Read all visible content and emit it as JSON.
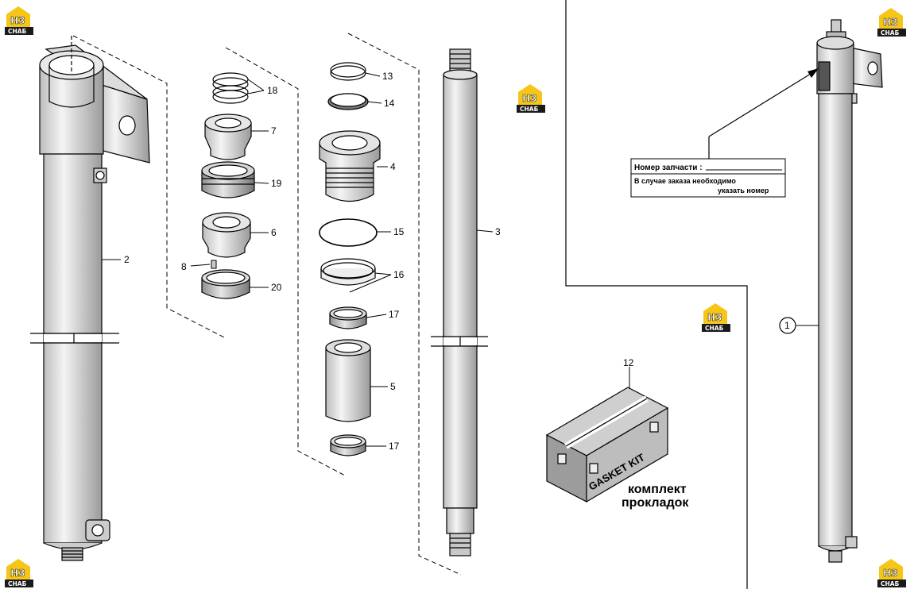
{
  "brand": {
    "logo_top": "НЗ",
    "logo_bottom": "СНАБ",
    "color_yellow": "#f5c518",
    "color_dark": "#1a1a1a"
  },
  "callouts": {
    "c1": "1",
    "c2": "2",
    "c3": "3",
    "c4": "4",
    "c5": "5",
    "c6": "6",
    "c7": "7",
    "c8": "8",
    "c12": "12",
    "c13": "13",
    "c14": "14",
    "c15": "15",
    "c16": "16",
    "c17a": "17",
    "c17b": "17",
    "c18": "18",
    "c19": "19",
    "c20": "20"
  },
  "part_note": {
    "label": "Номер запчасти :",
    "line1": "В случае заказа необходимо",
    "line2": "указать номер"
  },
  "gasket_kit": {
    "box_text": "GASKET KIT",
    "caption_line1": "комплект",
    "caption_line2": "прокладок"
  }
}
